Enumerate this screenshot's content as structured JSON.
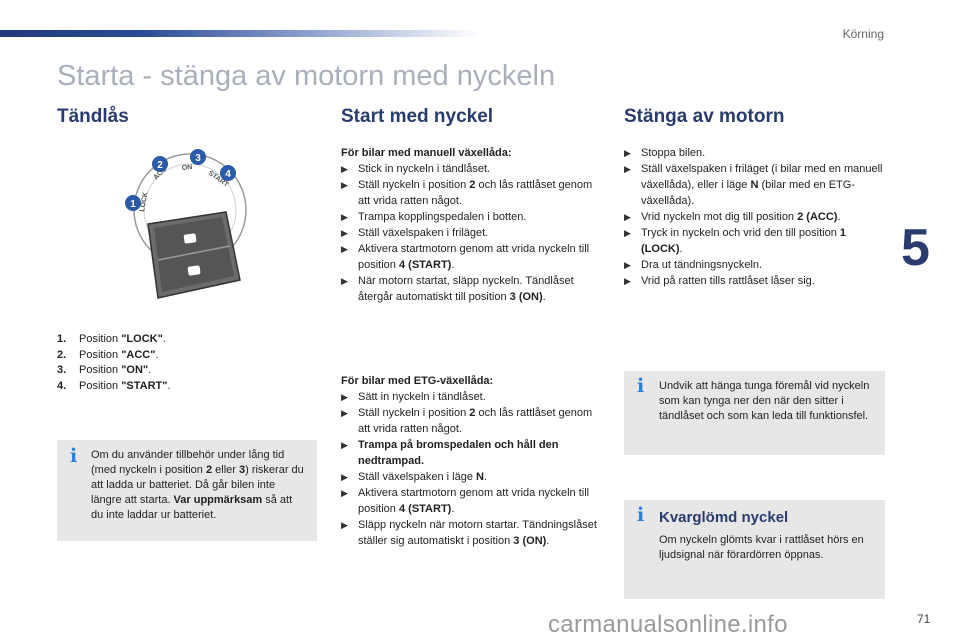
{
  "header": {
    "section": "Körning"
  },
  "title": "Starta - stänga av motorn med nyckeln",
  "chapter_number": "5",
  "ignition": {
    "heading": "Tändlås",
    "callouts": [
      "1",
      "2",
      "3",
      "4"
    ],
    "dial_labels": [
      "LOCK",
      "ACC",
      "ON",
      "START"
    ],
    "positions": [
      {
        "num": "1.",
        "text": "Position ",
        "value": "\"LOCK\"",
        "end": "."
      },
      {
        "num": "2.",
        "text": "Position ",
        "value": "\"ACC\"",
        "end": "."
      },
      {
        "num": "3.",
        "text": "Position ",
        "value": "\"ON\"",
        "end": "."
      },
      {
        "num": "4.",
        "text": "Position ",
        "value": "\"START\"",
        "end": "."
      }
    ],
    "info": {
      "t1": "Om du använder tillbehör under lång tid (med nyckeln i position ",
      "b1": "2",
      "t2": " eller ",
      "b2": "3",
      "t3": ") riskerar du att ladda ur batteriet. Då går bilen inte längre att starta. ",
      "b3": "Var uppmärksam",
      "t4": " så att du inte laddar ur batteriet."
    }
  },
  "start": {
    "heading": "Start med nyckel",
    "manual_title": "För bilar med manuell växellåda:",
    "manual": {
      "s1": "Stick in nyckeln i tändlåset.",
      "s2a": "Ställ nyckeln i position ",
      "s2b": "2",
      "s2c": " och lås rattlåset genom att vrida ratten något.",
      "s3": "Trampa kopplingspedalen i botten.",
      "s4": "Ställ växelspaken i friläget.",
      "s5a": "Aktivera startmotorn genom att vrida nyckeln till position ",
      "s5b": "4 (START)",
      "s5c": ".",
      "s6a": "När motorn startat, släpp nyckeln. Tändlåset återgår automatiskt till position ",
      "s6b": "3 (ON)",
      "s6c": "."
    },
    "etg_title": "För bilar med ETG-växellåda:",
    "etg": {
      "s1": "Sätt in nyckeln i tändlåset.",
      "s2a": "Ställ nyckeln i position ",
      "s2b": "2",
      "s2c": " och lås rattlåset genom att vrida ratten något.",
      "s3": "Trampa på bromspedalen och håll den nedtrampad.",
      "s4a": "Ställ växelspaken i läge ",
      "s4b": "N",
      "s4c": ".",
      "s5a": "Aktivera startmotorn genom att vrida nyckeln till position ",
      "s5b": "4 (START)",
      "s5c": ".",
      "s6a": "Släpp nyckeln när motorn startar. Tändningslåset ställer sig automatiskt i position ",
      "s6b": "3 (ON)",
      "s6c": "."
    }
  },
  "stop": {
    "heading": "Stänga av motorn",
    "s1": "Stoppa bilen.",
    "s2a": "Ställ växelspaken i friläget (i bilar med en manuell växellåda), eller i läge ",
    "s2b": "N",
    "s2c": " (bilar med en ETG-växellåda).",
    "s3a": "Vrid nyckeln mot dig till position ",
    "s3b": "2 (ACC)",
    "s3c": ".",
    "s4a": "Tryck in nyckeln och vrid den till position ",
    "s4b": "1 (LOCK)",
    "s4c": ".",
    "s5": "Dra ut tändningsnyckeln.",
    "s6": "Vrid på ratten tills rattlåset låser sig.",
    "info": "Undvik att hänga tunga föremål vid nyckeln som kan tynga ner den när den sitter i tändlåset och som kan leda till funktionsfel.",
    "forgotten_title": "Kvarglömd nyckel",
    "forgotten_text": "Om nyckeln glömts kvar i rattlåset hörs en ljudsignal när förardörren öppnas."
  },
  "info_icon_glyph": "i",
  "arrow_glyph": "▶",
  "watermark": "carmanualsonline.info",
  "page_number": "71",
  "colors": {
    "heading": "#2a3c6e",
    "title": "#aab0bb",
    "box": "#e7e7e7",
    "info_icon": "#2b7fd6",
    "callout": "#2a5aa8"
  }
}
